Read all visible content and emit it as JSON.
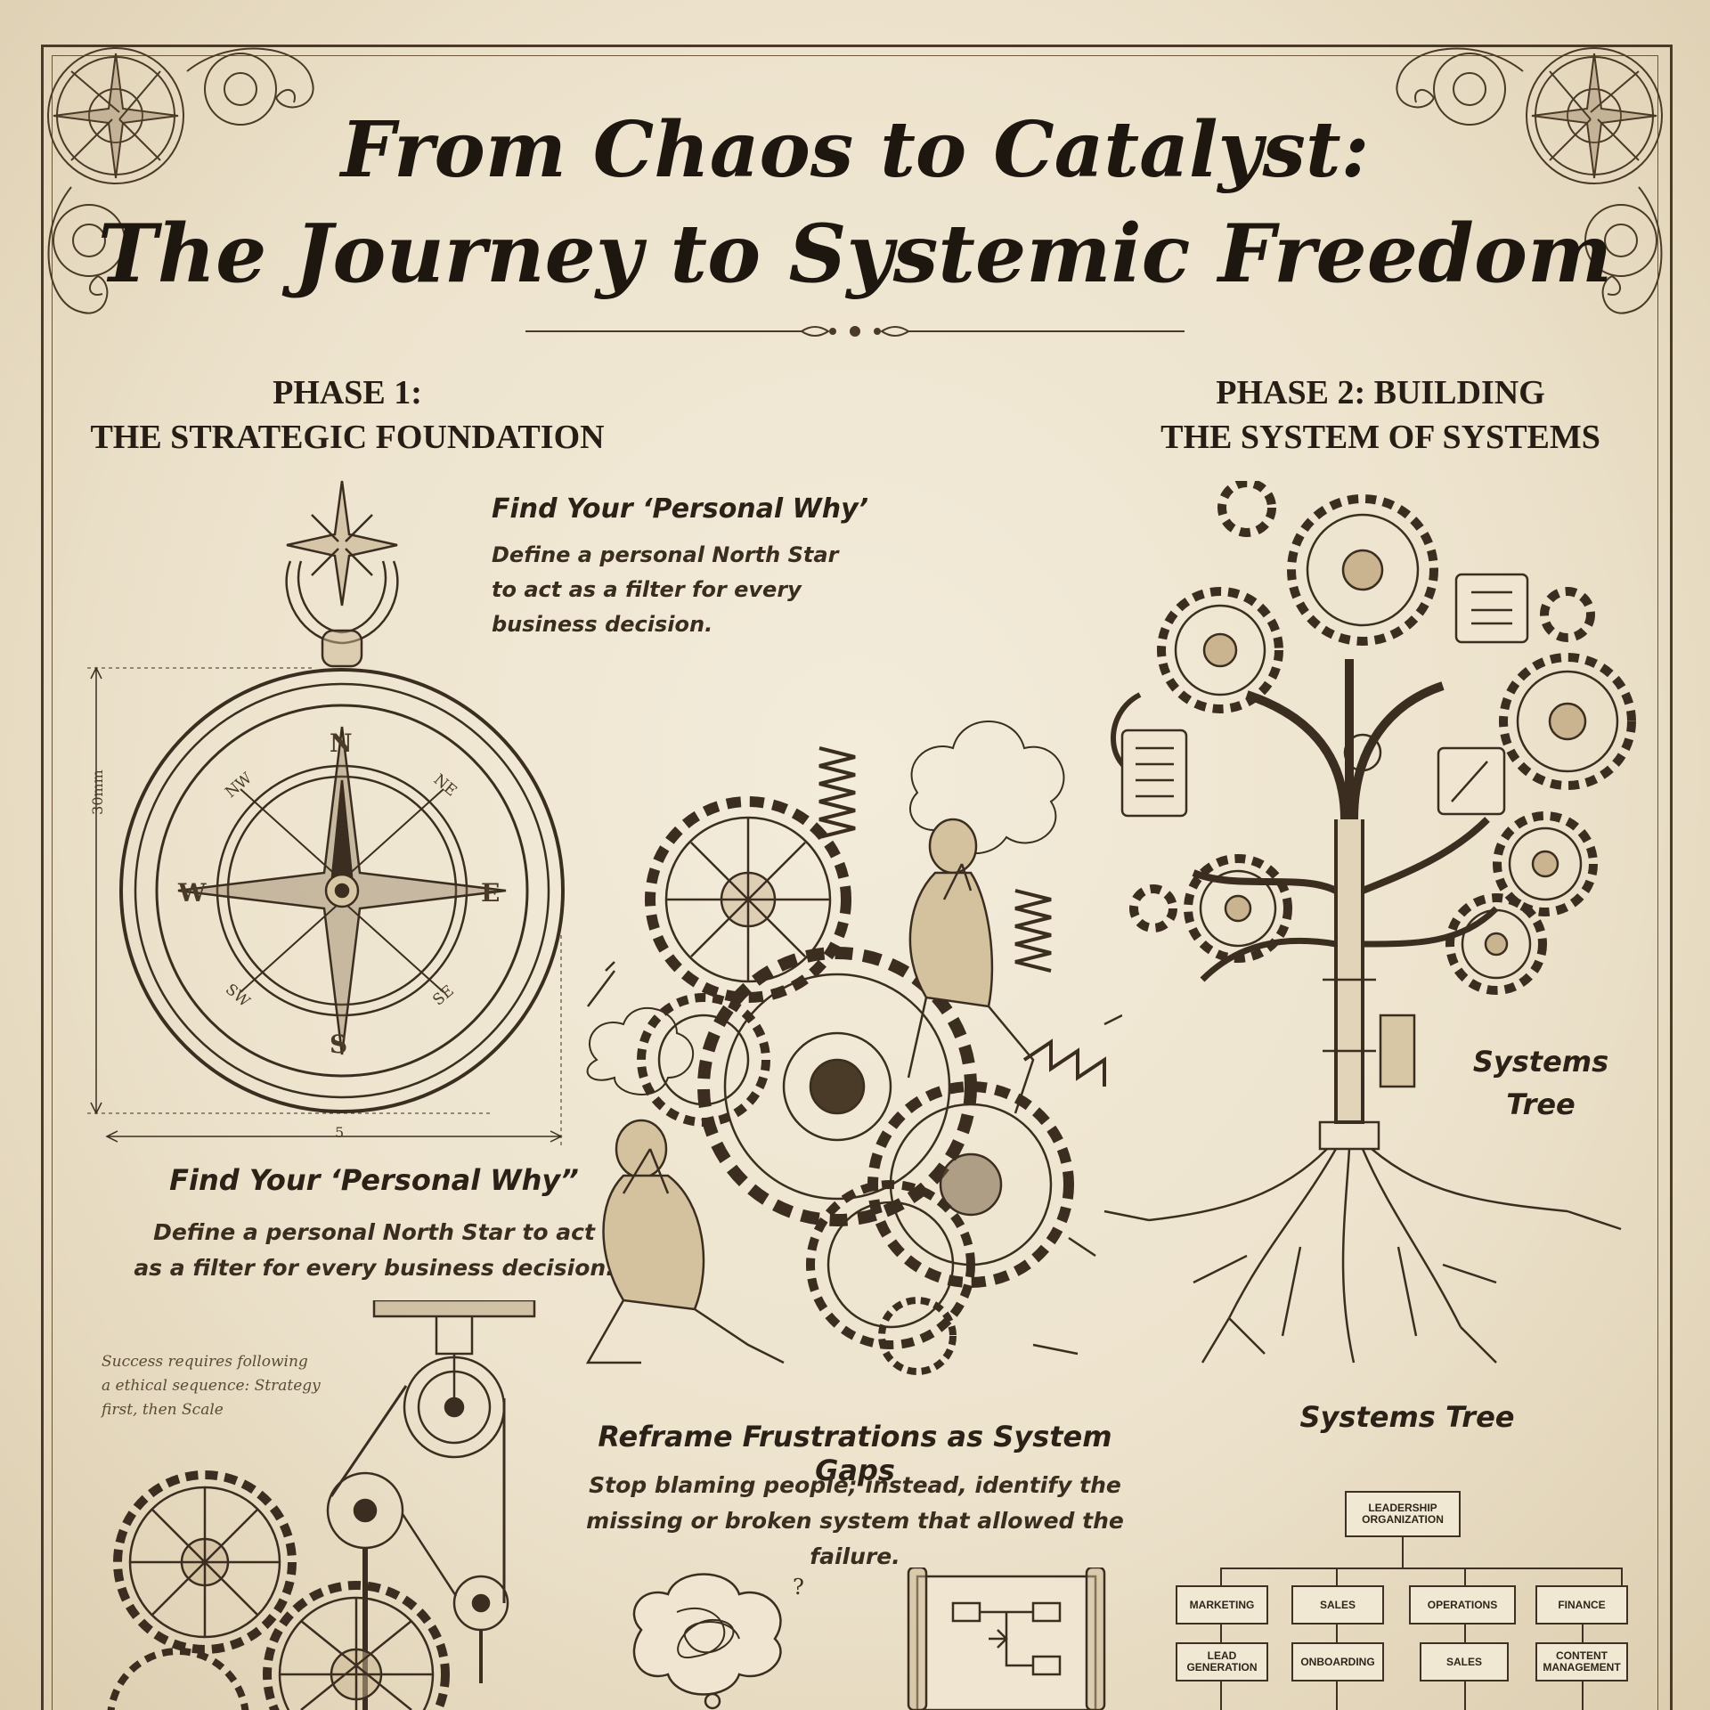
{
  "title": {
    "line1": "From Chaos to Catalyst:",
    "line2": "The Journey to Systemic Freedom"
  },
  "phase1": {
    "line1": "PHASE 1:",
    "line2": "THE STRATEGIC FOUNDATION"
  },
  "phase2": {
    "line1": "PHASE 2: BUILDING",
    "line2": "THE SYSTEM OF SYSTEMS"
  },
  "why_top": {
    "title": "Find Your ‘Personal Why’",
    "lines": [
      "Define a personal North Star",
      "to act as a filter for every",
      "business decision."
    ]
  },
  "why_bottom": {
    "title": "Find Your ‘Personal Why”",
    "lines": [
      "Define a personal North Star to act",
      "as a filter for every business decision."
    ]
  },
  "compass": {
    "north": "N",
    "south": "S",
    "east": "E",
    "west": "W",
    "nw": "NW",
    "ne": "NE",
    "sw": "SW",
    "se": "SE",
    "dim_side": "30mm",
    "dim_bottom": "5"
  },
  "hand_note": [
    "Success requires following",
    "a ethical sequence: Strategy",
    "first, then Scale"
  ],
  "reframe": {
    "title": "Reframe Frustrations as System Gaps",
    "lines": [
      "Stop blaming people; instead, identify the",
      "missing or broken system that allowed the failure."
    ]
  },
  "tree": {
    "label_line1": "Systems",
    "label_line2": "Tree",
    "caption": "Systems Tree"
  },
  "org_chart": {
    "root": "LEADERSHIP ORGANIZATION",
    "departments": [
      "MARKETING",
      "SALES",
      "OPERATIONS",
      "FINANCE"
    ],
    "sub_row": [
      "LEAD GENERATION",
      "ONBOARDING",
      "SALES",
      "CONTENT MANAGEMENT"
    ]
  },
  "colors": {
    "ink": "#2a2118",
    "paper": "#efe6d1",
    "frame": "#4b3a28",
    "sepia": "#6b5538"
  }
}
